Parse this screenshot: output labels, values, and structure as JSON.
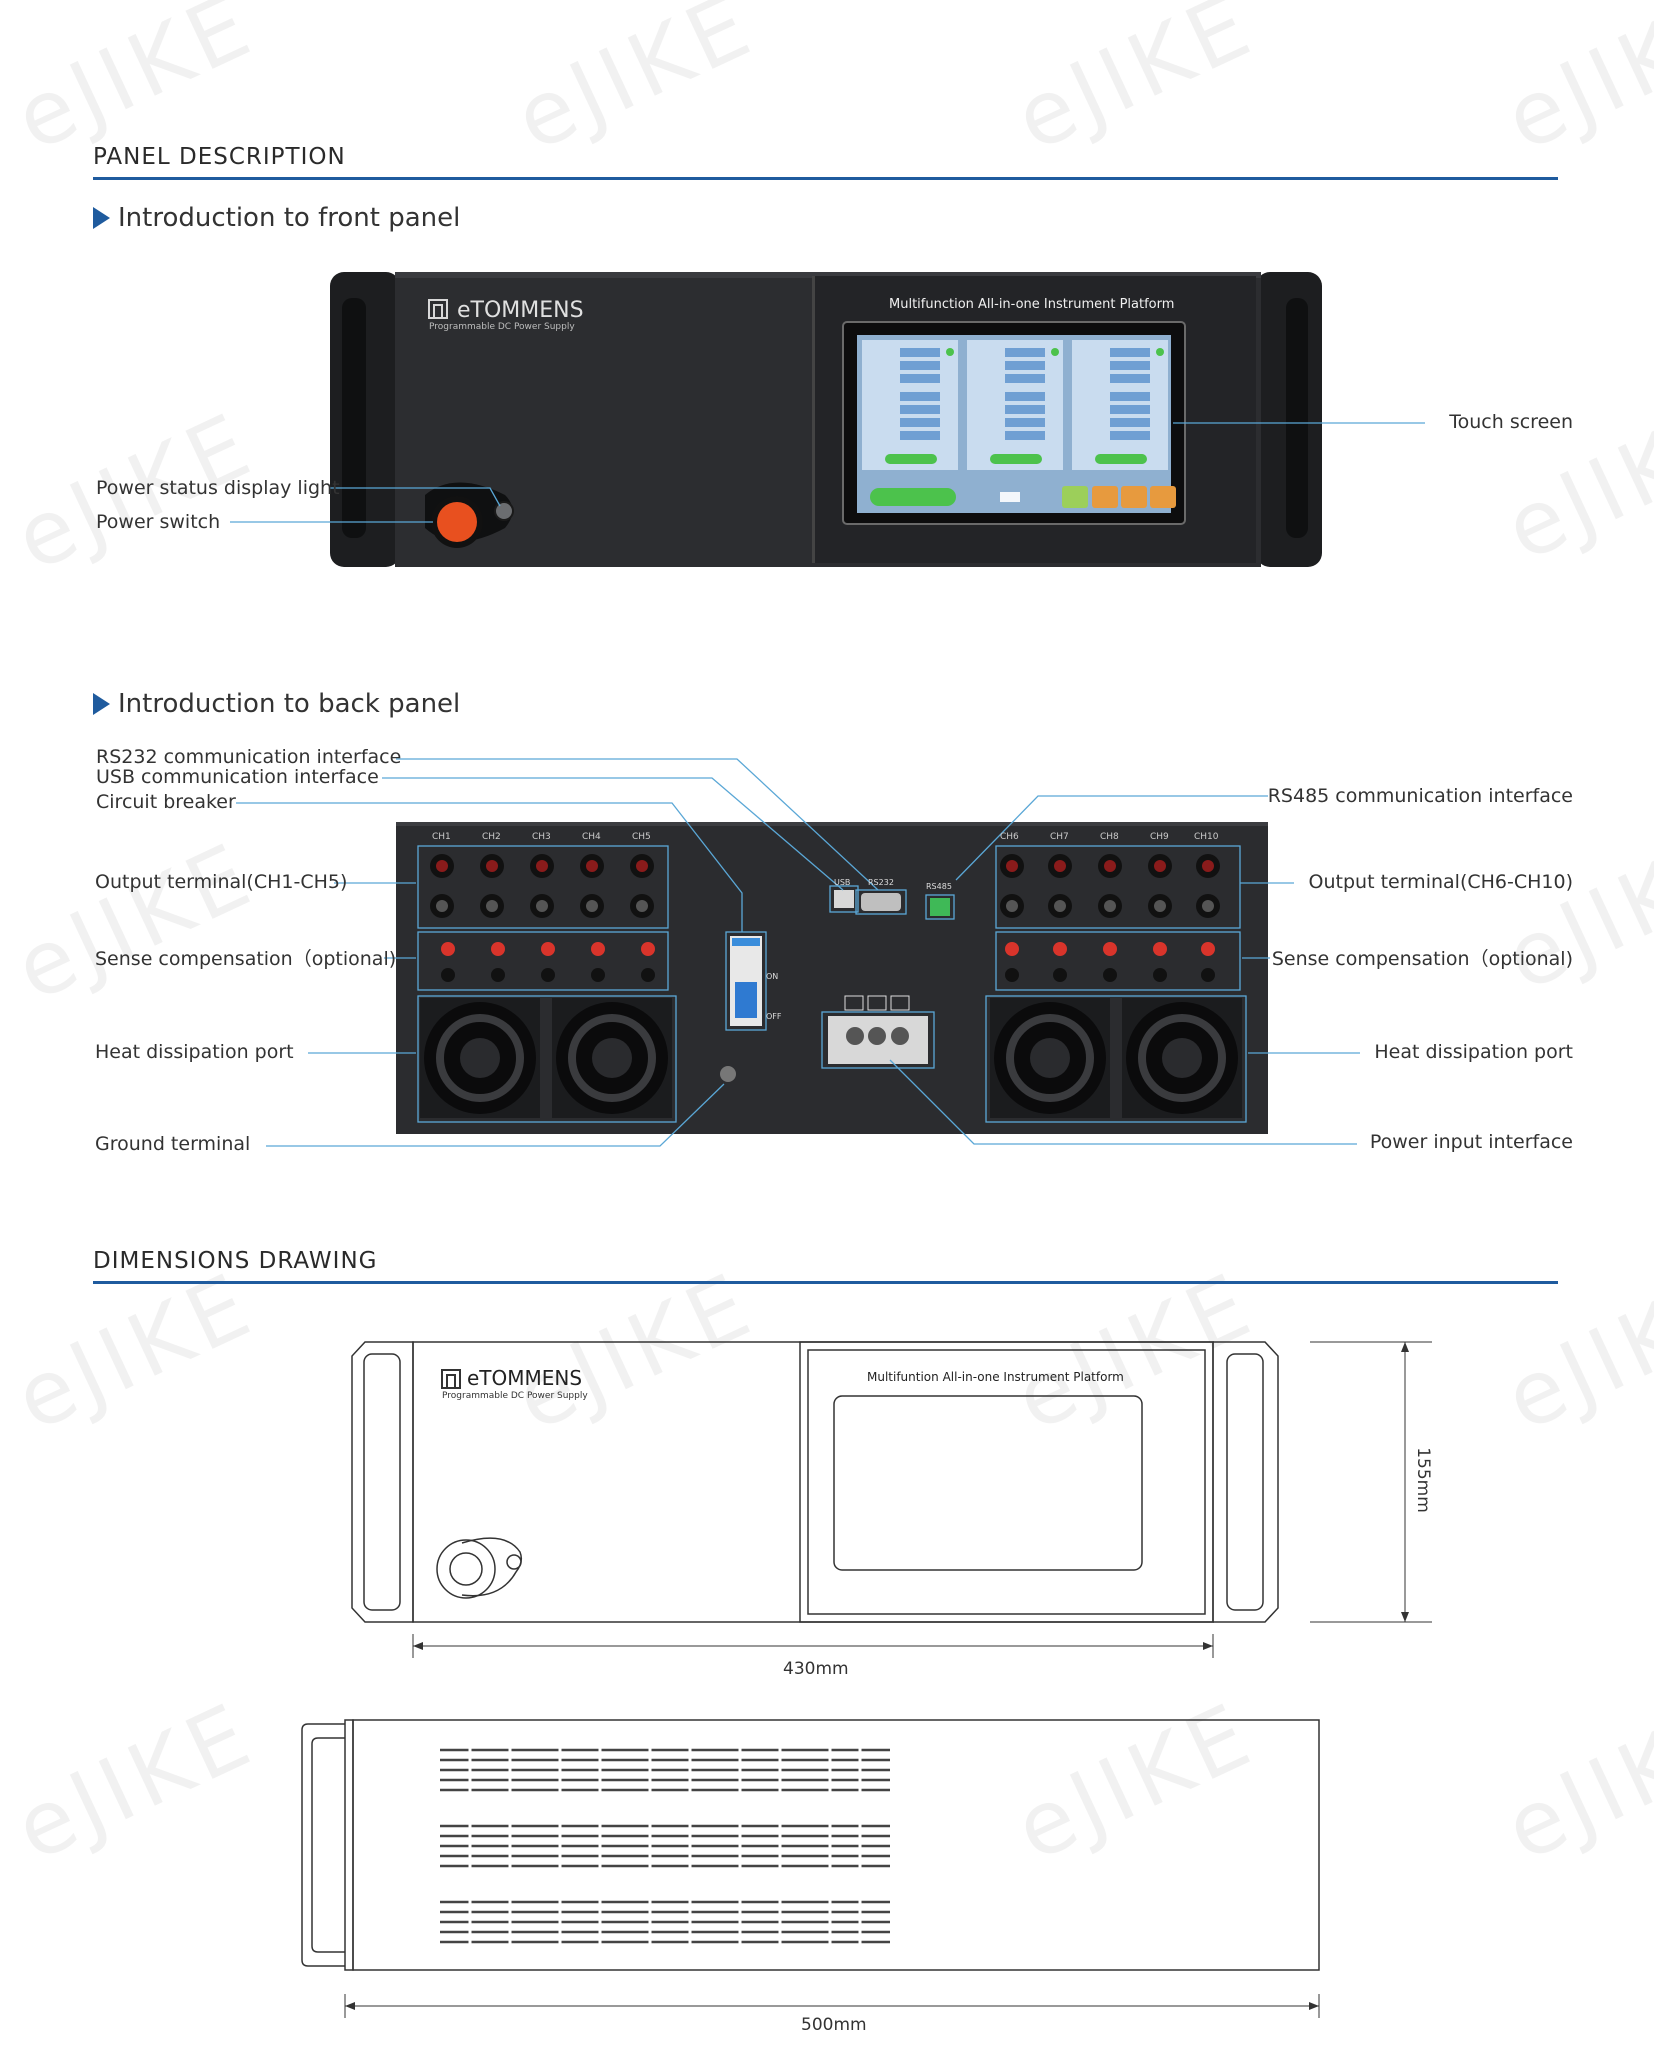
{
  "watermark": "eJIKE",
  "panel_section": {
    "title": "PANEL DESCRIPTION",
    "front": {
      "heading": "Introduction to front panel",
      "brand": "eTOMMENS",
      "brand_sub": "Programmable DC Power Supply",
      "screen_title": "Multifunction All-in-one Instrument Platform",
      "labels": {
        "touch_screen": "Touch screen",
        "power_light": "Power status display light",
        "power_switch": "Power switch"
      }
    },
    "back": {
      "heading": "Introduction to back panel",
      "labels": {
        "rs232": "RS232 communication interface",
        "usb": "USB communication interface",
        "breaker": "Circuit breaker",
        "rs485": "RS485 communication interface",
        "out_left": "Output terminal(CH1-CH5)",
        "out_right": "Output terminal(CH6-CH10)",
        "sense_left": "Sense compensation（optional)",
        "sense_right": "Sense compensation（optional)",
        "heat_left": "Heat dissipation port",
        "heat_right": "Heat dissipation port",
        "ground": "Ground terminal",
        "power_input": "Power input interface"
      },
      "channels_left": [
        "CH1",
        "CH2",
        "CH3",
        "CH4",
        "CH5"
      ],
      "channels_right": [
        "CH6",
        "CH7",
        "CH8",
        "CH9",
        "CH10"
      ],
      "port_labels": {
        "usb": "USB",
        "rs232": "RS232",
        "rs485": "RS485",
        "on": "ON",
        "off": "OFF"
      }
    }
  },
  "dimensions_section": {
    "title": "DIMENSIONS DRAWING",
    "brand": "eTOMMENS",
    "brand_sub": "Programmable DC Power Supply",
    "screen_title": "Multifuntion All-in-one Instrument Platform",
    "width": "430mm",
    "height": "155mm",
    "depth": "500mm"
  },
  "colors": {
    "accent": "#1f5b9e",
    "leader": "#5aa7d6",
    "device": "#2b2c2f"
  }
}
